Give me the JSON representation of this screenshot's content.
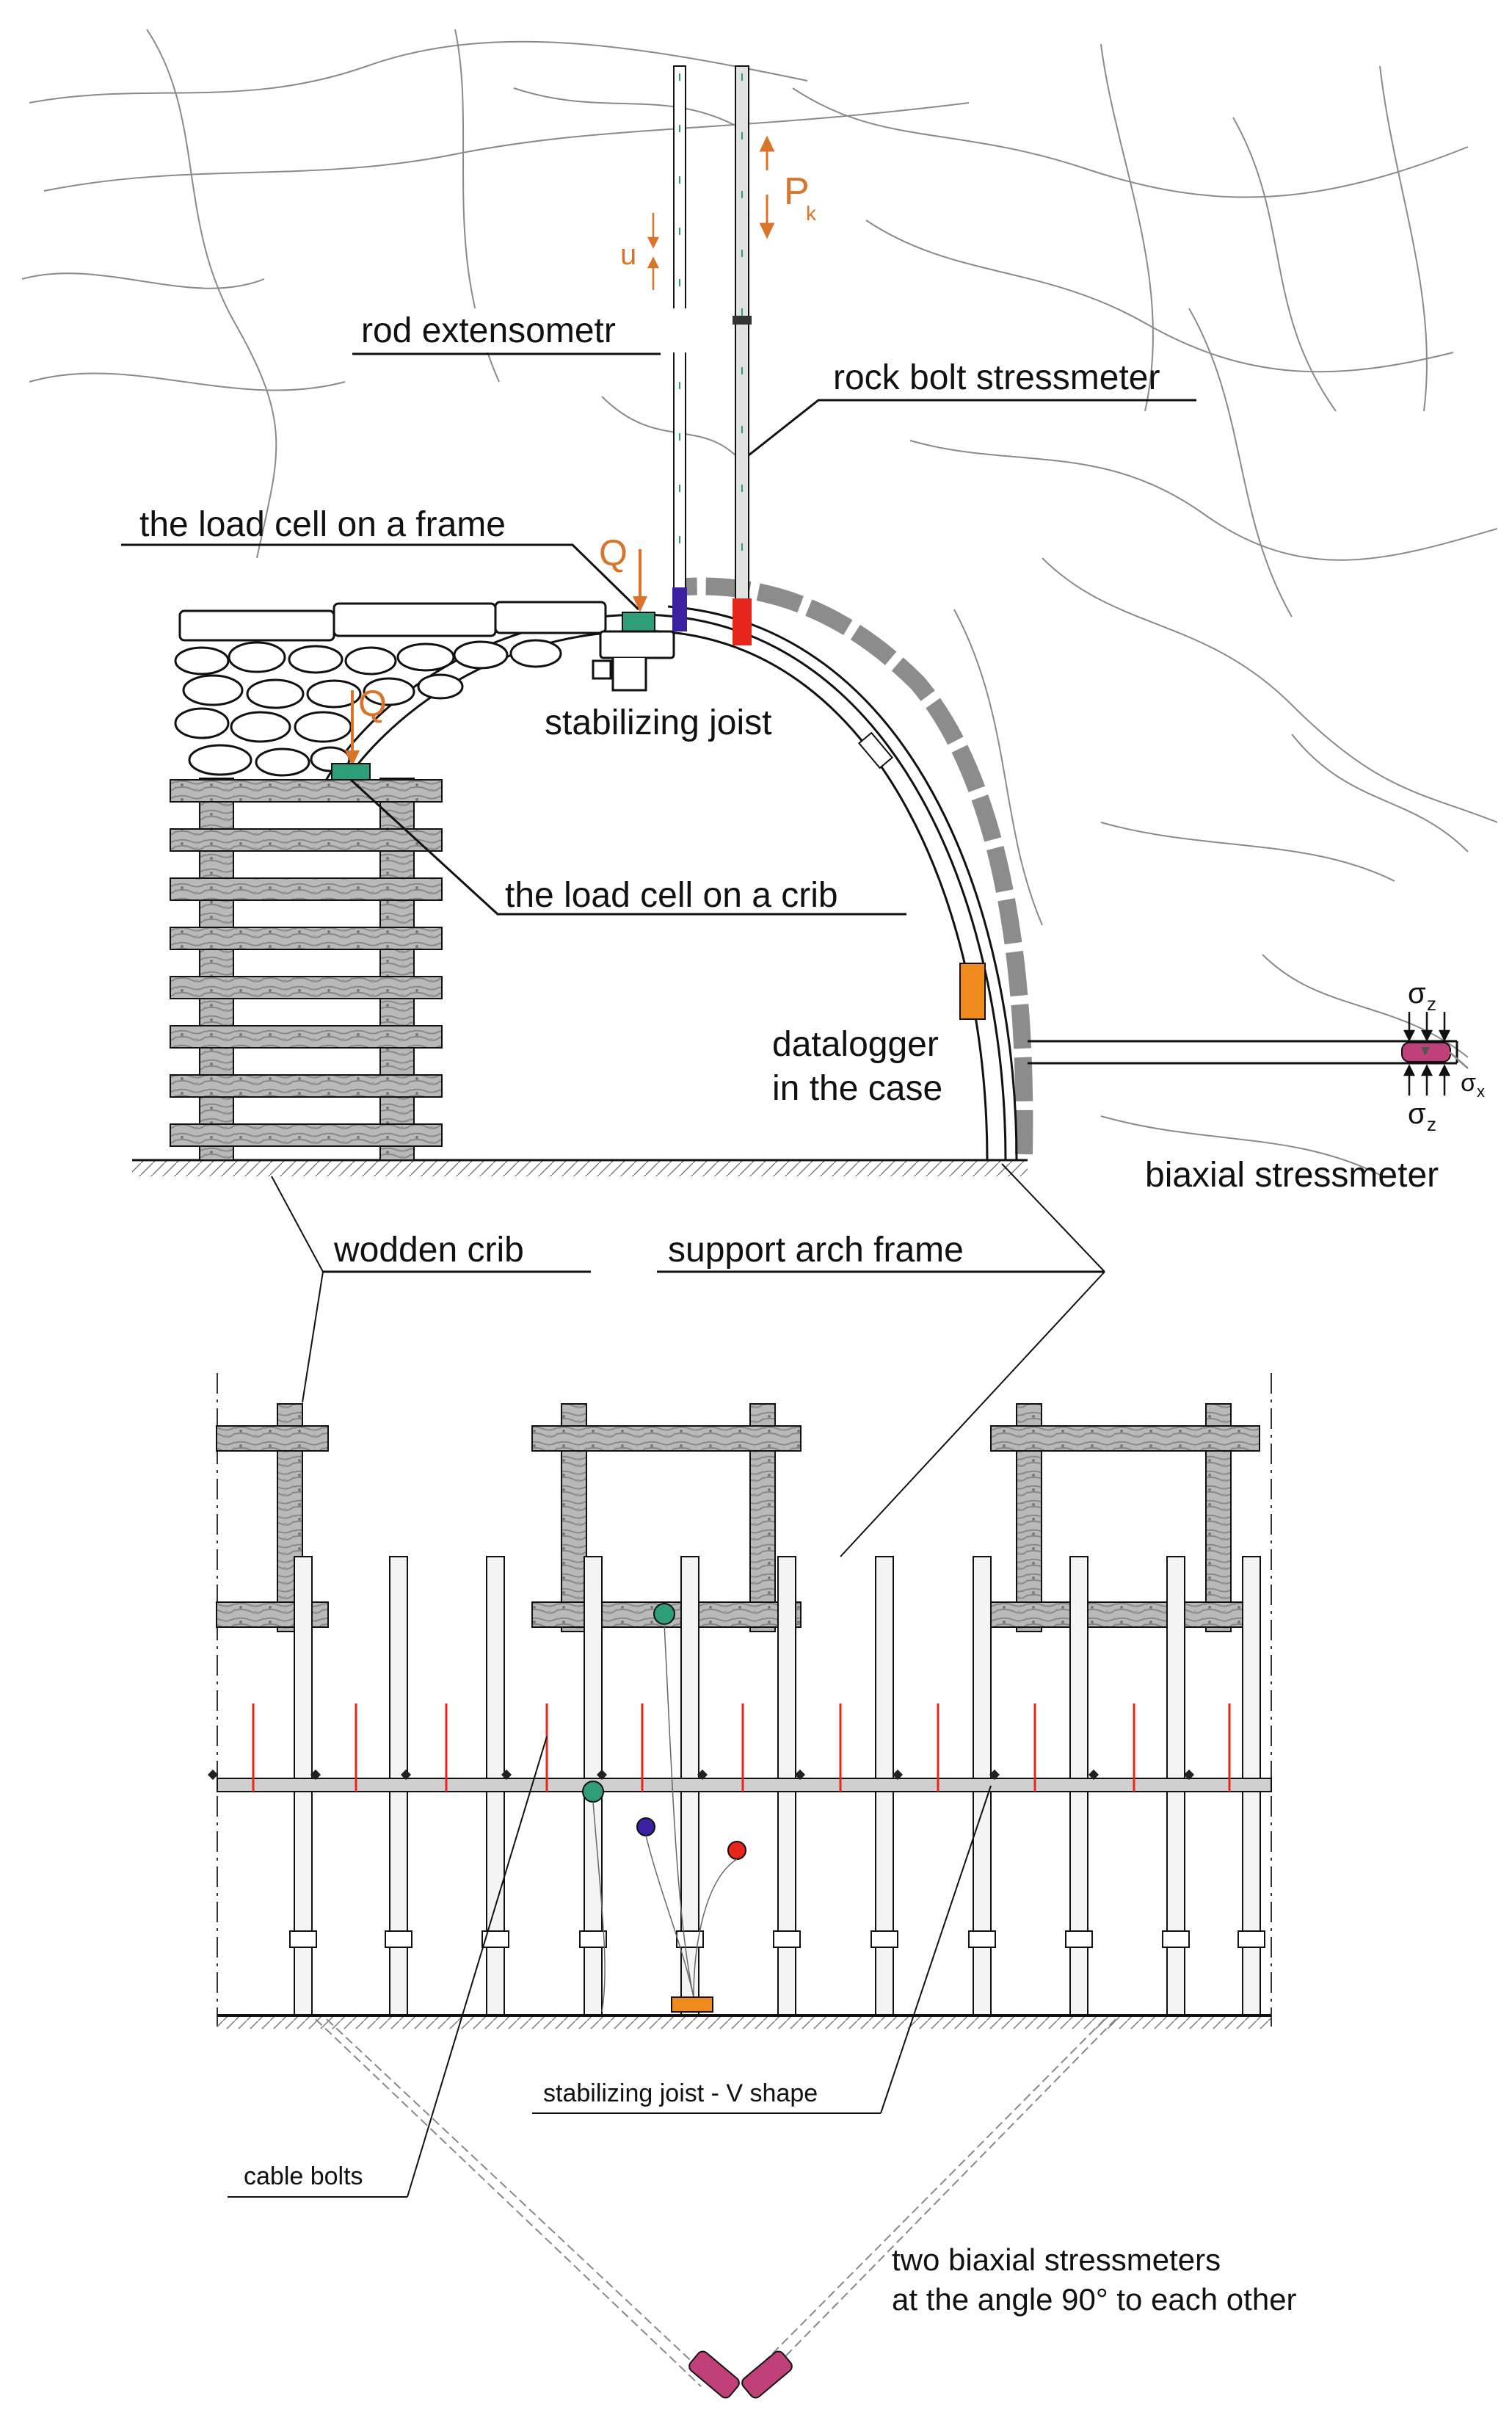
{
  "labels": {
    "rod_extensometer": "rod extensometr",
    "rock_bolt_stressmeter": "rock bolt stressmeter",
    "load_cell_frame": "the load cell on a frame",
    "stabilizing_joist": "stabilizing joist",
    "load_cell_crib": "the load cell on a crib",
    "datalogger_line1": "datalogger",
    "datalogger_line2": "in the case",
    "biaxial_stressmeter": "biaxial stressmeter",
    "wooden_crib": "wodden crib",
    "support_arch_frame": "support arch frame",
    "stabilizing_joist_v": "stabilizing joist - V shape",
    "cable_bolts": "cable bolts",
    "two_biaxial_line1": "two biaxial stressmeters",
    "two_biaxial_line2": "at the angle 90° to each other"
  },
  "symbols": {
    "P": "P",
    "P_sub": "k",
    "u": "u",
    "Q_frame": "Q",
    "Q_crib": "Q",
    "sigma_z_top": "σ",
    "sigma_z_top_sub": "z",
    "sigma_z_bottom": "σ",
    "sigma_z_bottom_sub": "z",
    "sigma_x": "σ",
    "sigma_x_sub": "x"
  },
  "colors": {
    "orange": "#d9742a",
    "load_cell": "#2e9e78",
    "extensometer_head": "#3a1fa0",
    "bolt_head": "#e8251b",
    "datalogger": "#f08a1c",
    "stressmeter": "#c0407a",
    "rock_lines": "#8a8a8a",
    "arch_gray": "#8c8c8c"
  }
}
